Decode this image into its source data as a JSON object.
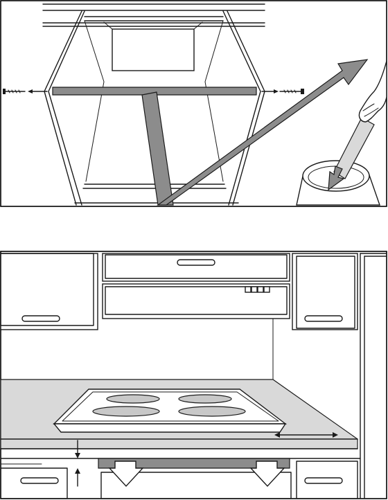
{
  "figure_top": {
    "icons": [
      "screw-icon-left",
      "screw-icon-right",
      "arrow-out-left",
      "arrow-out-right",
      "remove-arrow-icon",
      "hand-icon",
      "bin-icon",
      "down-arrow-icon"
    ],
    "band_color": "#8c8c8c"
  },
  "figure_bottom": {
    "icons": [
      "hob-burner-icon",
      "clearance-arrow-icon",
      "down-arrow-icon",
      "hood-controls-icon"
    ],
    "countertop_color": "#d0d0d0",
    "trim_color": "#8c8c8c"
  }
}
